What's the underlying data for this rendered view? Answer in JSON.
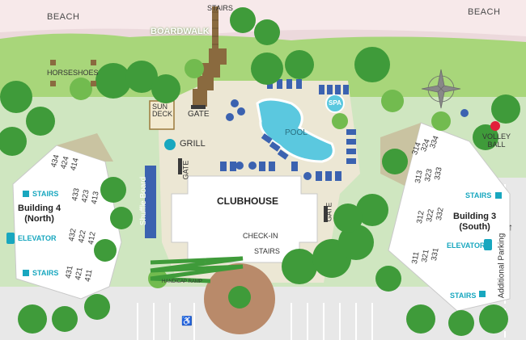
{
  "labels": {
    "beach_left": "BEACH",
    "beach_right": "BEACH",
    "stairs_top": "STAIRS",
    "boardwalk": "BOARDWALK",
    "horseshoes": "HORSESHOES",
    "sun_deck": "SUN\nDECK",
    "gate_top": "GATE",
    "grill": "GRILL",
    "gate_middle": "GATE",
    "gate_right": "GATE",
    "pool": "POOL",
    "spa": "SPA",
    "volley_ball": "VOLLEY\nBALL",
    "clubhouse": "CLUBHOUSE",
    "check_in": "CHECK-IN",
    "stairs_center": "STAIRS",
    "shuffle_board": "Shuffle Board",
    "handicap_ramp": "HANDICAP RAMP",
    "additional_parking": "Additional Parking"
  },
  "building4": {
    "name": "Building 4\n(North)",
    "stairs_top": "STAIRS",
    "elevator": "ELEVATOR",
    "stairs_bottom": "STAIRS",
    "units_col1": [
      "434",
      "433",
      "432",
      "431"
    ],
    "units_col2": [
      "424",
      "423",
      "422",
      "421"
    ],
    "units_col3": [
      "414",
      "413",
      "412",
      "411"
    ]
  },
  "building3": {
    "name": "Building 3\n(South)",
    "stairs_top": "STAIRS",
    "elevator": "ELEVATOR",
    "stairs_bottom": "STAIRS",
    "units_col1": [
      "334",
      "333",
      "332",
      "331"
    ],
    "units_col2": [
      "324",
      "323",
      "322",
      "321"
    ],
    "units_col3": [
      "314",
      "313",
      "312",
      "311"
    ]
  },
  "colors": {
    "sand": "#f7e9ea",
    "grass": "#9ccf6a",
    "tree": "#3f9b3a",
    "walkway": "#ece7d4",
    "pool": "#5bc8df",
    "lounger": "#3b62b0",
    "boardwalk": "#8a6a3f",
    "accent_teal": "#18a7bf",
    "parking": "#e6e6e6"
  }
}
